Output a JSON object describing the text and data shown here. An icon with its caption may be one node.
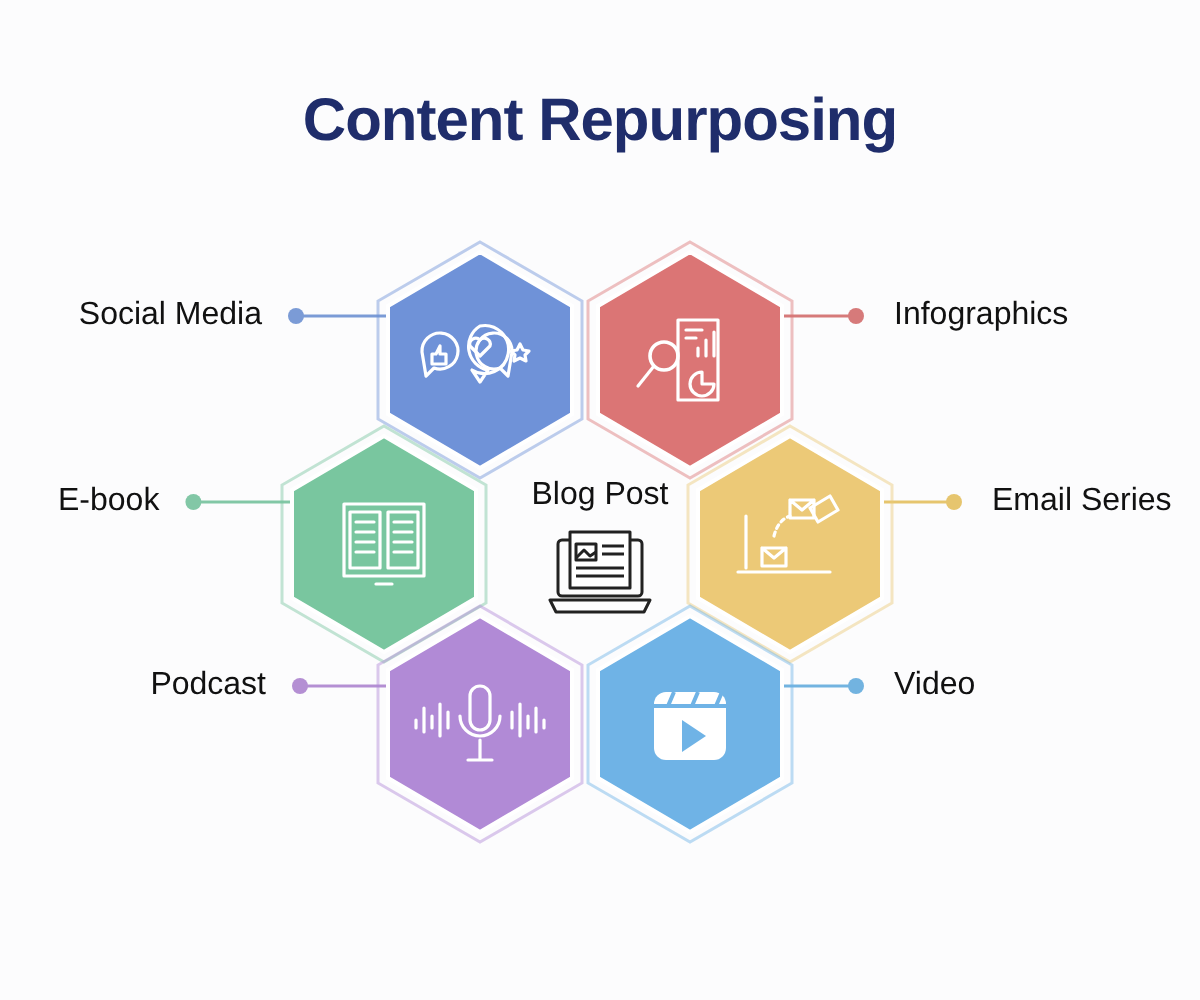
{
  "diagram": {
    "title": "Content Repurposing",
    "nodes": [
      {
        "text": [
          "Blog Post"
        ]
      },
      {
        "text": [
          "Social Media"
        ]
      },
      {
        "text": [],
        "shape": "hexagon"
      },
      {
        "text": [],
        "shape": "hexagon"
      },
      {
        "text": [
          "Infographics"
        ]
      },
      {
        "text": [
          "E-book"
        ]
      },
      {
        "text": [],
        "shape": "hexagon"
      },
      {
        "text": [],
        "shape": "hexagon"
      },
      {
        "text": [
          "Email Series"
        ]
      },
      {
        "text": [
          "Podcast"
        ]
      },
      {
        "text": [],
        "shape": "hexagon"
      },
      {
        "text": [],
        "shape": "hexagon"
      },
      {
        "text": [
          "Video"
        ]
      }
    ],
    "edges": [
      {
        "from": 1,
        "to": 2,
        "arrow": "other",
        "color": "#7b9bd6"
      },
      {
        "from": 4,
        "to": 3,
        "arrow": "other",
        "color": "#d67a7a"
      },
      {
        "from": 5,
        "to": 6,
        "arrow": "other",
        "color": "#82c7a6"
      },
      {
        "from": 8,
        "to": 7,
        "arrow": "other",
        "color": "#e6c56e"
      },
      {
        "from": 9,
        "to": 10,
        "arrow": "other",
        "color": "#b48fd3"
      },
      {
        "from": 12,
        "to": 11,
        "arrow": "other",
        "color": "#72b3e0"
      }
    ]
  }
}
